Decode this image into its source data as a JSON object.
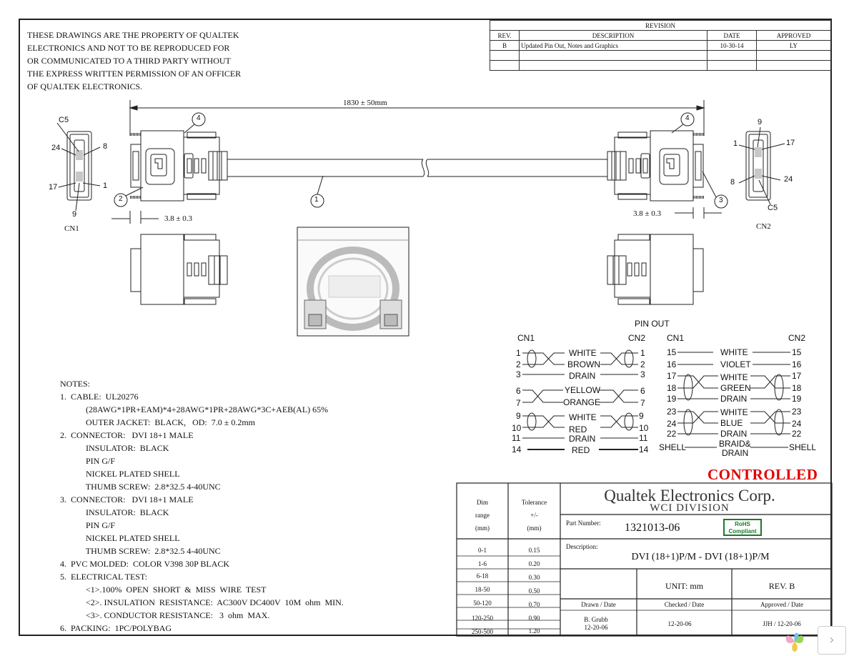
{
  "notice": "THESE DRAWINGS ARE THE PROPERTY OF QUALTEK\nELECTRONICS AND NOT TO BE REPRODUCED FOR\nOR COMMUNICATED TO A THIRD PARTY WITHOUT\nTHE EXPRESS WRITTEN PERMISSION OF AN OFFICER\nOF QUALTEK ELECTRONICS.",
  "revision": {
    "title": "REVISION",
    "headers": [
      "REV.",
      "DESCRIPTION",
      "DATE",
      "APPROVED"
    ],
    "rows": [
      [
        "B",
        "Updated Pin Out, Notes and Graphics",
        "10-30-14",
        "LY"
      ]
    ]
  },
  "drawing": {
    "length": "1830 ± 50mm",
    "dim_left": "3.8 ± 0.3",
    "dim_right": "3.8 ± 0.3",
    "cn1": "CN1",
    "cn2": "CN2",
    "balloon_1": "1",
    "balloon_2": "2",
    "balloon_3": "3",
    "balloon_4a": "4",
    "balloon_4b": "4",
    "cn1_pins": {
      "c5": "C5",
      "p24": "24",
      "p8": "8",
      "p17": "17",
      "p1": "1",
      "p9": "9"
    },
    "cn2_pins": {
      "p9": "9",
      "p1": "1",
      "p17": "17",
      "p8": "8",
      "p24": "24",
      "c5": "C5"
    }
  },
  "pinout": {
    "title": "PIN OUT",
    "left_cn1": "CN1",
    "left_cn2": "CN2",
    "right_cn1": "CN1",
    "right_cn2": "CN2",
    "left_groups": [
      {
        "pins": [
          "1",
          "2",
          "3"
        ],
        "colors": [
          "WHITE",
          "BROWN",
          "DRAIN"
        ]
      },
      {
        "pins": [
          "6",
          "7"
        ],
        "colors": [
          "YELLOW",
          "ORANGE"
        ]
      },
      {
        "pins": [
          "9",
          "10",
          "11"
        ],
        "colors": [
          "WHITE",
          "RED",
          "DRAIN"
        ]
      },
      {
        "pins": [
          "14"
        ],
        "colors": [
          "RED"
        ]
      }
    ],
    "right_groups": [
      {
        "pins": [
          "15"
        ],
        "colors": [
          "WHITE"
        ]
      },
      {
        "pins": [
          "16"
        ],
        "colors": [
          "VIOLET"
        ]
      },
      {
        "pins": [
          "17",
          "18",
          "19"
        ],
        "colors": [
          "WHITE",
          "GREEN",
          "DRAIN"
        ]
      },
      {
        "pins": [
          "23",
          "24",
          "22"
        ],
        "colors": [
          "WHITE",
          "BLUE",
          "DRAIN"
        ]
      },
      {
        "pins": [
          "SHELL"
        ],
        "colors": [
          "BRAID&",
          "DRAIN"
        ]
      }
    ]
  },
  "notes": "NOTES:\n1.  CABLE:  UL20276\n            (28AWG*1PR+EAM)*4+28AWG*1PR+28AWG*3C+AEB(AL) 65%\n            OUTER JACKET:  BLACK,   OD:  7.0 ± 0.2mm\n2.  CONNECTOR:   DVI 18+1 MALE\n            INSULATOR:  BLACK\n            PIN G/F\n            NICKEL PLATED SHELL\n            THUMB SCREW:  2.8*32.5 4-40UNC\n3.  CONNECTOR:   DVI 18+1 MALE\n            INSULATOR:  BLACK\n            PIN G/F\n            NICKEL PLATED SHELL\n            THUMB SCREW:  2.8*32.5 4-40UNC\n4.  PVC MOLDED:  COLOR V398 30P BLACK\n5.  ELECTRICAL TEST:\n            <1>.100%  OPEN  SHORT  &  MISS  WIRE  TEST\n            <2>. INSULATION  RESISTANCE:  AC300V DC400V  10M  ohm  MIN.\n            <3>. CONDUCTOR RESISTANCE:   3  ohm  MAX.\n6.  PACKING:  1PC/POLYBAG",
  "stamp": "CONTROLLED",
  "title_block": {
    "dim_header": [
      "Dim",
      "range",
      "(mm)"
    ],
    "tol_header": [
      "Tolerance",
      "+/-",
      "(mm)"
    ],
    "tolerances": [
      [
        "0-1",
        "0.15"
      ],
      [
        "1-6",
        "0.20"
      ],
      [
        "6-18",
        "0.30"
      ],
      [
        "18-50",
        "0.50"
      ],
      [
        "50-120",
        "0.70"
      ],
      [
        "120-250",
        "0.90"
      ],
      [
        "250-500",
        "1.20"
      ]
    ],
    "company": "Qualtek Electronics Corp.",
    "division": "WCI  DIVISION",
    "part_label": "Part Number:",
    "part_number": "1321013-06",
    "rohs": [
      "RoHS",
      "Compliant"
    ],
    "desc_label": "Description:",
    "description": "DVI  (18+1)P/M - DVI  (18+1)P/M",
    "unit": "UNIT:  mm",
    "rev": "REV. B",
    "drawn_label": "Drawn / Date",
    "checked_label": "Checked / Date",
    "approved_label": "Approved / Date",
    "drawn": [
      "B. Grubb",
      "12-20-06"
    ],
    "checked": "12-20-06",
    "approved": "JJH / 12-20-06"
  },
  "colors": {
    "stamp": "#e00000",
    "rohs": "#1a7a2a",
    "line": "#222222"
  }
}
